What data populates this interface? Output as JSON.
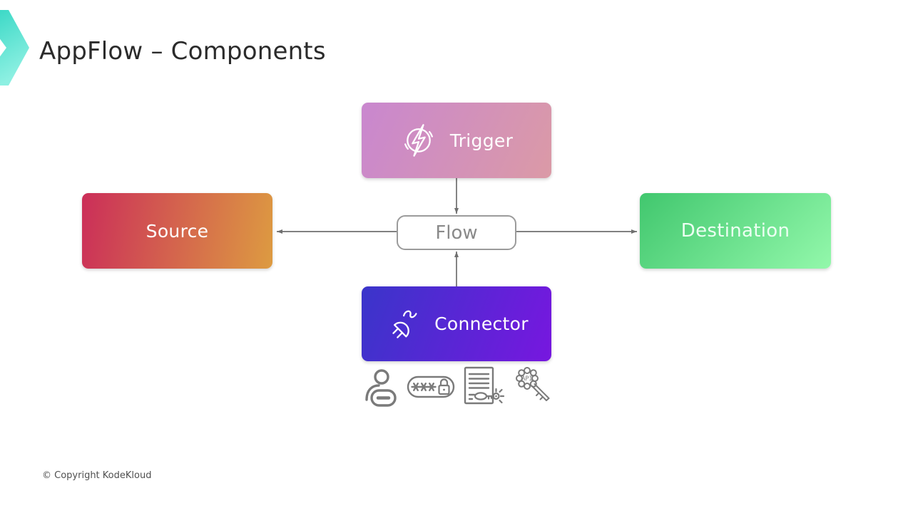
{
  "title": "AppFlow – Components",
  "logo": {
    "name": "kodekloud-logo",
    "colors": [
      "#2fd5c2",
      "#8df0e2"
    ]
  },
  "nodes": {
    "trigger": {
      "label": "Trigger",
      "icon": "lightning-circle-icon",
      "gradient": [
        "#c987cf",
        "#db9aa6"
      ]
    },
    "source": {
      "label": "Source",
      "gradient": [
        "#cb2e59",
        "#dd9b41"
      ]
    },
    "flow": {
      "label": "Flow",
      "border_color": "#9b9b9b",
      "text_color": "#8a8a8a"
    },
    "destination": {
      "label": "Destination",
      "gradient": [
        "#41c76e",
        "#93f8ab"
      ]
    },
    "connector": {
      "label": "Connector",
      "icon": "plug-icon",
      "gradient": [
        "#3a35ca",
        "#7717df"
      ]
    }
  },
  "connections": [
    {
      "from": "flow",
      "to": "source",
      "arrowhead": "left"
    },
    {
      "from": "trigger",
      "to": "flow",
      "arrowhead": "down"
    },
    {
      "from": "flow",
      "to": "destination",
      "arrowhead": "right"
    },
    {
      "from": "connector",
      "to": "flow",
      "arrowhead": "up"
    }
  ],
  "arrow_color": "#6f6f6f",
  "auth_icons": {
    "items": [
      "user-credentials-icon",
      "password-icon",
      "license-key-icon",
      "api-key-icon"
    ],
    "password_mask": "***",
    "api_key_text": "API",
    "color": "#7a7a7a"
  },
  "footer": {
    "copyright": "© Copyright KodeKloud"
  }
}
